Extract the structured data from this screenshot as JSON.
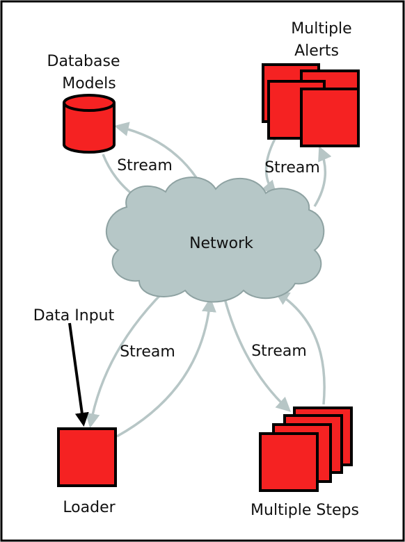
{
  "nodes": {
    "database": {
      "label_line1": "Database",
      "label_line2": "Models"
    },
    "alerts": {
      "label_line1": "Multiple",
      "label_line2": "Alerts"
    },
    "network": {
      "label": "Network"
    },
    "input": {
      "label": "Data Input"
    },
    "loader": {
      "label": "Loader"
    },
    "steps": {
      "label": "Multiple Steps"
    }
  },
  "edges": {
    "database_stream": "Stream",
    "alerts_stream": "Stream",
    "loader_stream": "Stream",
    "steps_stream": "Stream"
  },
  "colors": {
    "node_fill": "#f52222",
    "node_stroke": "#000000",
    "cloud_fill": "#b6c7c7",
    "cloud_stroke": "#8ea2a2",
    "arrow_color": "#b7c6c6",
    "input_arrow": "#000000"
  }
}
